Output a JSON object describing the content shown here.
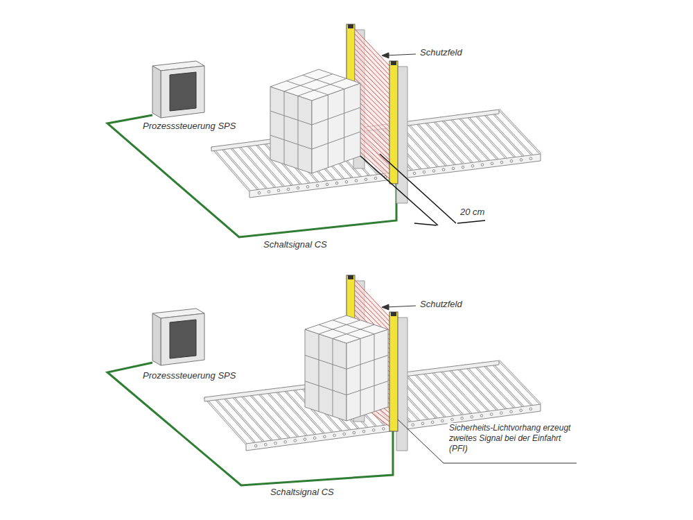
{
  "diagram": {
    "nodes": [
      {
        "text": [
          "Prozesssteuerung SPS"
        ]
      },
      {
        "text": [
          "Prozesssteuerung SPS"
        ]
      }
    ],
    "labels": [
      "Schutzfeld",
      "20 cm",
      "Schaltsignal CS",
      "Schutzfeld",
      "Schaltsignal CS",
      "Sicherheits-Lichtvorhang erzeugt zweites Signal bei der Einfahrt (PFI)"
    ]
  }
}
